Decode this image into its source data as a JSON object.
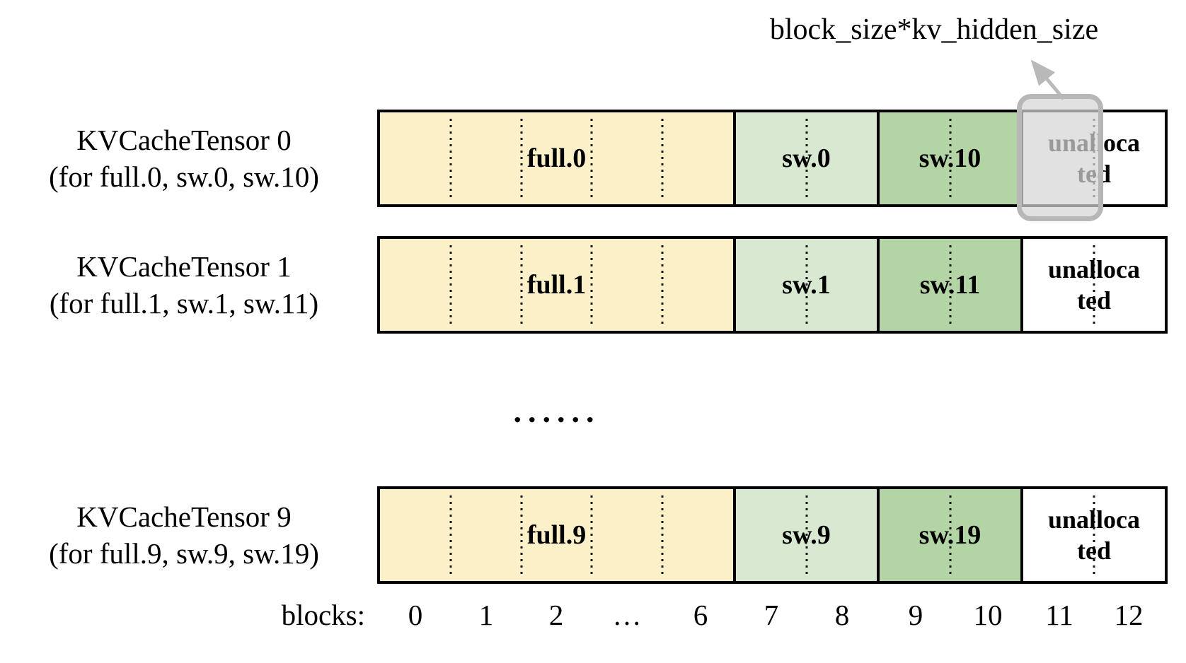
{
  "annotation": {
    "text": "block_size*kv_hidden_size"
  },
  "ellipsis": "......",
  "colors": {
    "full_section": "#FCF0C9",
    "sw_low_section": "#D8E8D1",
    "sw_high_section": "#B3D5A5",
    "unallocated_section": "#FFFFFF",
    "border": "#000000",
    "highlight_gray": "#B7B7B7"
  },
  "tensors": [
    {
      "title": "KVCacheTensor 0",
      "subtitle": "(for full.0, sw.0, sw.10)",
      "sections": [
        {
          "label": "full.0"
        },
        {
          "label": "sw.0"
        },
        {
          "label": "sw.10"
        },
        {
          "label": "unallocated",
          "lines": [
            "unalloca",
            "ted"
          ]
        }
      ]
    },
    {
      "title": "KVCacheTensor 1",
      "subtitle": "(for full.1, sw.1, sw.11)",
      "sections": [
        {
          "label": "full.1"
        },
        {
          "label": "sw.1"
        },
        {
          "label": "sw.11"
        },
        {
          "label": "unallocated",
          "lines": [
            "unalloca",
            "ted"
          ]
        }
      ]
    },
    {
      "title": "KVCacheTensor 9",
      "subtitle": "(for full.9, sw.9, sw.19)",
      "sections": [
        {
          "label": "full.9"
        },
        {
          "label": "sw.9"
        },
        {
          "label": "sw.19"
        },
        {
          "label": "unallocated",
          "lines": [
            "unalloca",
            "ted"
          ]
        }
      ]
    }
  ],
  "blocks_axis": {
    "label": "blocks:",
    "ticks": [
      "0",
      "1",
      "2",
      "…",
      "6",
      "7",
      "8",
      "9",
      "10",
      "11",
      "12"
    ]
  }
}
